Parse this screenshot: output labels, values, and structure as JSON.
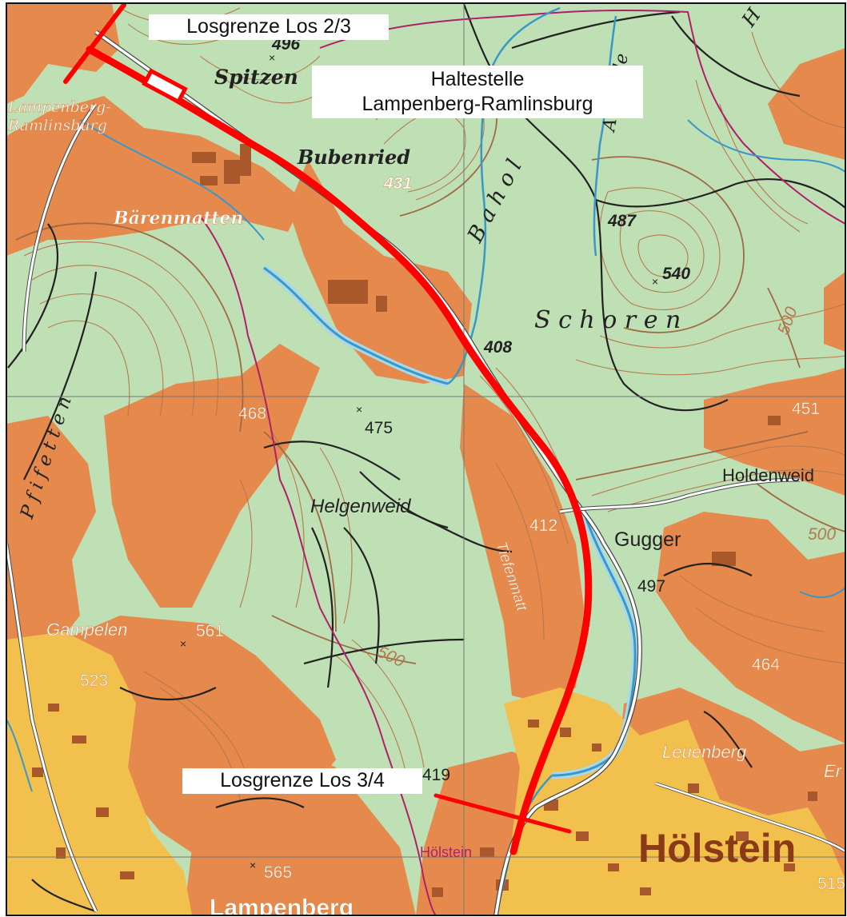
{
  "colors": {
    "meadow": "#bfe0b4",
    "forest": "#e58a4c",
    "forest_dark": "#d9773a",
    "settlement": "#f2c04c",
    "building": "#a8582a",
    "contour": "#b7794e",
    "contour_index": "#a06a44",
    "stream": "#3a98c8",
    "stream_light": "#a8d8ec",
    "road": "#4a4a4a",
    "boundary": "#b0206a",
    "route": "#ff0000",
    "grid": "#777777",
    "label_dark": "#222222",
    "label_contour": "#b27a52"
  },
  "annotations": {
    "los23": "Losgrenze Los 2/3",
    "halt_line1": "Haltestelle",
    "halt_line2": "Lampenberg-Ramlinsburg",
    "los34": "Losgrenze Los 3/4"
  },
  "place_labels": {
    "spitzen": "Spitzen",
    "lampenberg_ramlinsburg_1": "Lampenberg-",
    "lampenberg_ramlinsburg_2": "Ramlinsburg",
    "bubenried": "Bubenried",
    "baerenmatten": "Bärenmatten",
    "bahol": "B a h o l",
    "ambolde": "Ambolde",
    "schoren": "S c h o r e n",
    "pfifetten": "P f i f e t t e n",
    "helgenweid": "Helgenweid",
    "holdenweid": "Holdenweid",
    "gugger": "Gugger",
    "tiefenmatt": "Tiefenmatt",
    "gampelen": "Gampelen",
    "leuenberg": "Leuenberg",
    "er": "Er",
    "hoelstein_big": "Hölstein",
    "hoelstein_station": "Hölstein",
    "lampenberg": "Lampenberg",
    "h_top": "H"
  },
  "spot_heights": {
    "h496": "496",
    "h431": "431",
    "h487": "487",
    "h540": "540",
    "h408": "408",
    "h468": "468",
    "h475": "475",
    "h451": "451",
    "h412": "412",
    "h497": "497",
    "h561": "561",
    "h523": "523",
    "h464": "464",
    "h419": "419",
    "h565": "565",
    "h515": "515",
    "c500a": "500",
    "c500b": "500",
    "c500c": "500"
  }
}
